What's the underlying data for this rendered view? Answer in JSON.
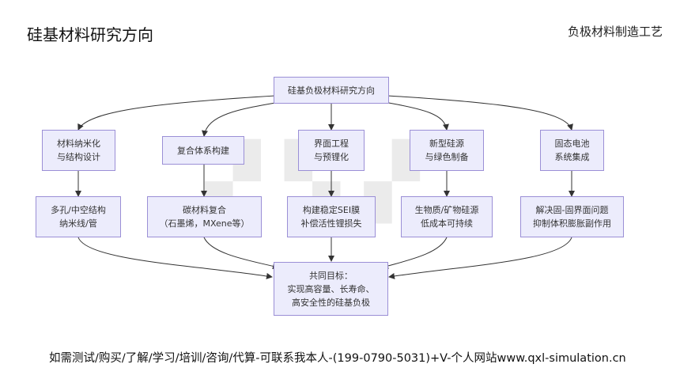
{
  "header": {
    "title": "硅基材料研究方向",
    "category": "负极材料制造工艺"
  },
  "diagram": {
    "root": {
      "lines": [
        "硅基负极材料研究方向"
      ]
    },
    "branches": [
      {
        "lines": [
          "材料纳米化",
          "与结构设计"
        ]
      },
      {
        "lines": [
          "复合体系构建"
        ]
      },
      {
        "lines": [
          "界面工程",
          "与预锂化"
        ]
      },
      {
        "lines": [
          "新型硅源",
          "与绿色制备"
        ]
      },
      {
        "lines": [
          "固态电池",
          "系统集成"
        ]
      }
    ],
    "details": [
      {
        "lines": [
          "多孔/中空结构",
          "纳米线/管"
        ]
      },
      {
        "lines": [
          "碳材料复合",
          "（石墨烯，MXene等）"
        ]
      },
      {
        "lines": [
          "构建稳定SEI膜",
          "补偿活性锂损失"
        ]
      },
      {
        "lines": [
          "生物质/矿物硅源",
          "低成本可持续"
        ]
      },
      {
        "lines": [
          "解决固-固界面问题",
          "抑制体积膨胀副作用"
        ]
      }
    ],
    "goal": {
      "lines": [
        "共同目标：",
        "实现高容量、长寿命、",
        "高安全性的硅基负极"
      ]
    },
    "edge_color": "#333333",
    "node_fill": "#ececfc",
    "node_border": "#9b8fd6"
  },
  "footer": {
    "contact": "如需测试/购买/了解/学习/培训/咨询/代算-可联系我本人-(199-0790-5031)+V-个人网站www.qxl-simulation.cn"
  }
}
